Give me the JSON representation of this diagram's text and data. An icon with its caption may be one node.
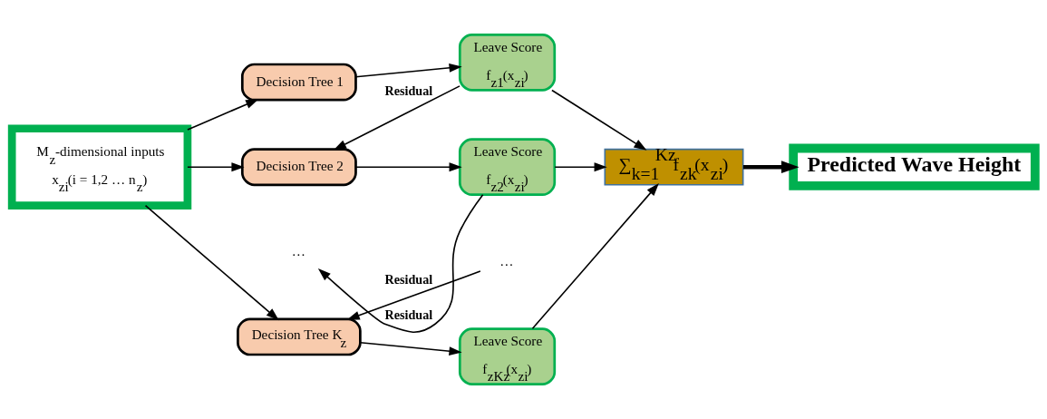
{
  "diagram": {
    "nodes": [
      {
        "text": [
          "M$_{z}$-dimensional inputs",
          "x$_{zi}$(i = 1,2 … n$_{z}$)"
        ]
      },
      {
        "text": [
          "Decision Tree 1"
        ]
      },
      {
        "text": [
          "Leave Score",
          "f$_{z1}$(x$_{zi}$)"
        ]
      },
      {
        "text": [
          "Decision Tree 2"
        ]
      },
      {
        "text": [
          "Leave Score",
          "f$_{z2}$(x$_{zi}$)"
        ]
      },
      {
        "text": [
          "…"
        ]
      },
      {
        "text": [
          "…"
        ]
      },
      {
        "text": [
          "Decision Tree K$_{z}$"
        ]
      },
      {
        "text": [
          "Leave Score",
          "f$_{zKz}$(x$_{zi}$)"
        ]
      },
      {
        "text": [
          "∑$_{k=1}$$^{Kz}$f$_{zk}$(x$_{zi}$)"
        ]
      },
      {
        "text": [
          "Predicted Wave Height"
        ]
      }
    ],
    "edges": [
      {
        "from": 0,
        "to": 1,
        "arrow": "to"
      },
      {
        "from": 0,
        "to": 3,
        "arrow": "to"
      },
      {
        "from": 0,
        "to": 7,
        "arrow": "to"
      },
      {
        "from": 1,
        "to": 2,
        "arrow": "to"
      },
      {
        "from": 2,
        "to": 3,
        "arrow": "to",
        "label": "Residual"
      },
      {
        "from": 3,
        "to": 4,
        "arrow": "to"
      },
      {
        "from": 4,
        "to": 5,
        "arrow": "to",
        "label": "Residual"
      },
      {
        "from": 6,
        "to": 7,
        "arrow": "to",
        "label": "Residual"
      },
      {
        "from": 7,
        "to": 8,
        "arrow": "to"
      },
      {
        "from": 2,
        "to": 9,
        "arrow": "to"
      },
      {
        "from": 4,
        "to": 9,
        "arrow": "to"
      },
      {
        "from": 8,
        "to": 9,
        "arrow": "to"
      },
      {
        "from": 9,
        "to": 10,
        "arrow": "to",
        "style": "thick"
      }
    ]
  }
}
